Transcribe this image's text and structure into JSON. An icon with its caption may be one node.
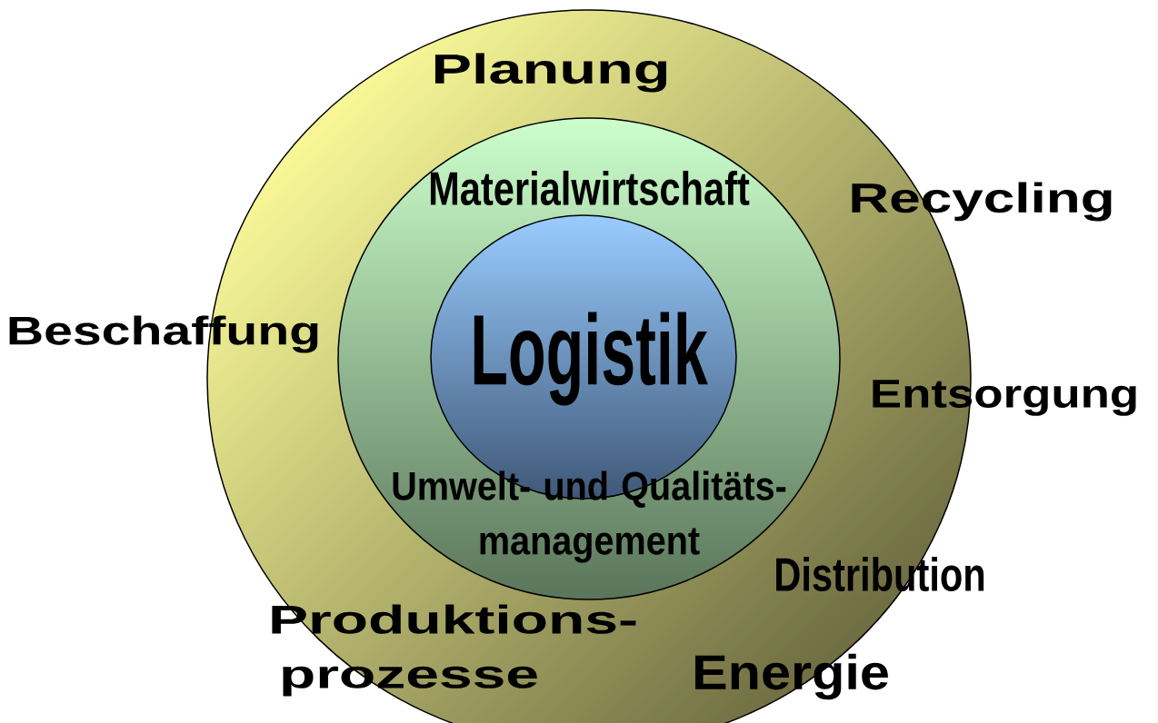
{
  "diagram": {
    "nodes": [
      {
        "text": [
          "Planung",
          "Recycling",
          "Beschaffung",
          "Entsorgung",
          "Distribution",
          "Produktions- prozesse",
          "Energie"
        ]
      },
      {
        "text": [
          "Materialwirtschaft",
          "Umwelt- und Qualitäts- management"
        ],
        "in": 0
      },
      {
        "text": [
          "Logistik"
        ],
        "in": 1
      }
    ]
  }
}
